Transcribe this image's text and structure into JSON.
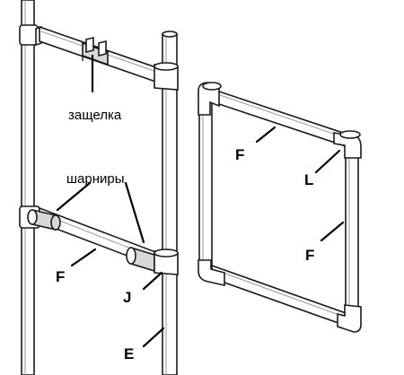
{
  "labels": {
    "latch": "защелка",
    "hinges": "шарниры",
    "f_upper_frame": "F",
    "f_left_bar": "F",
    "f_right_frame": "F",
    "l_corner": "L",
    "j_joint": "J",
    "e_post": "E"
  }
}
